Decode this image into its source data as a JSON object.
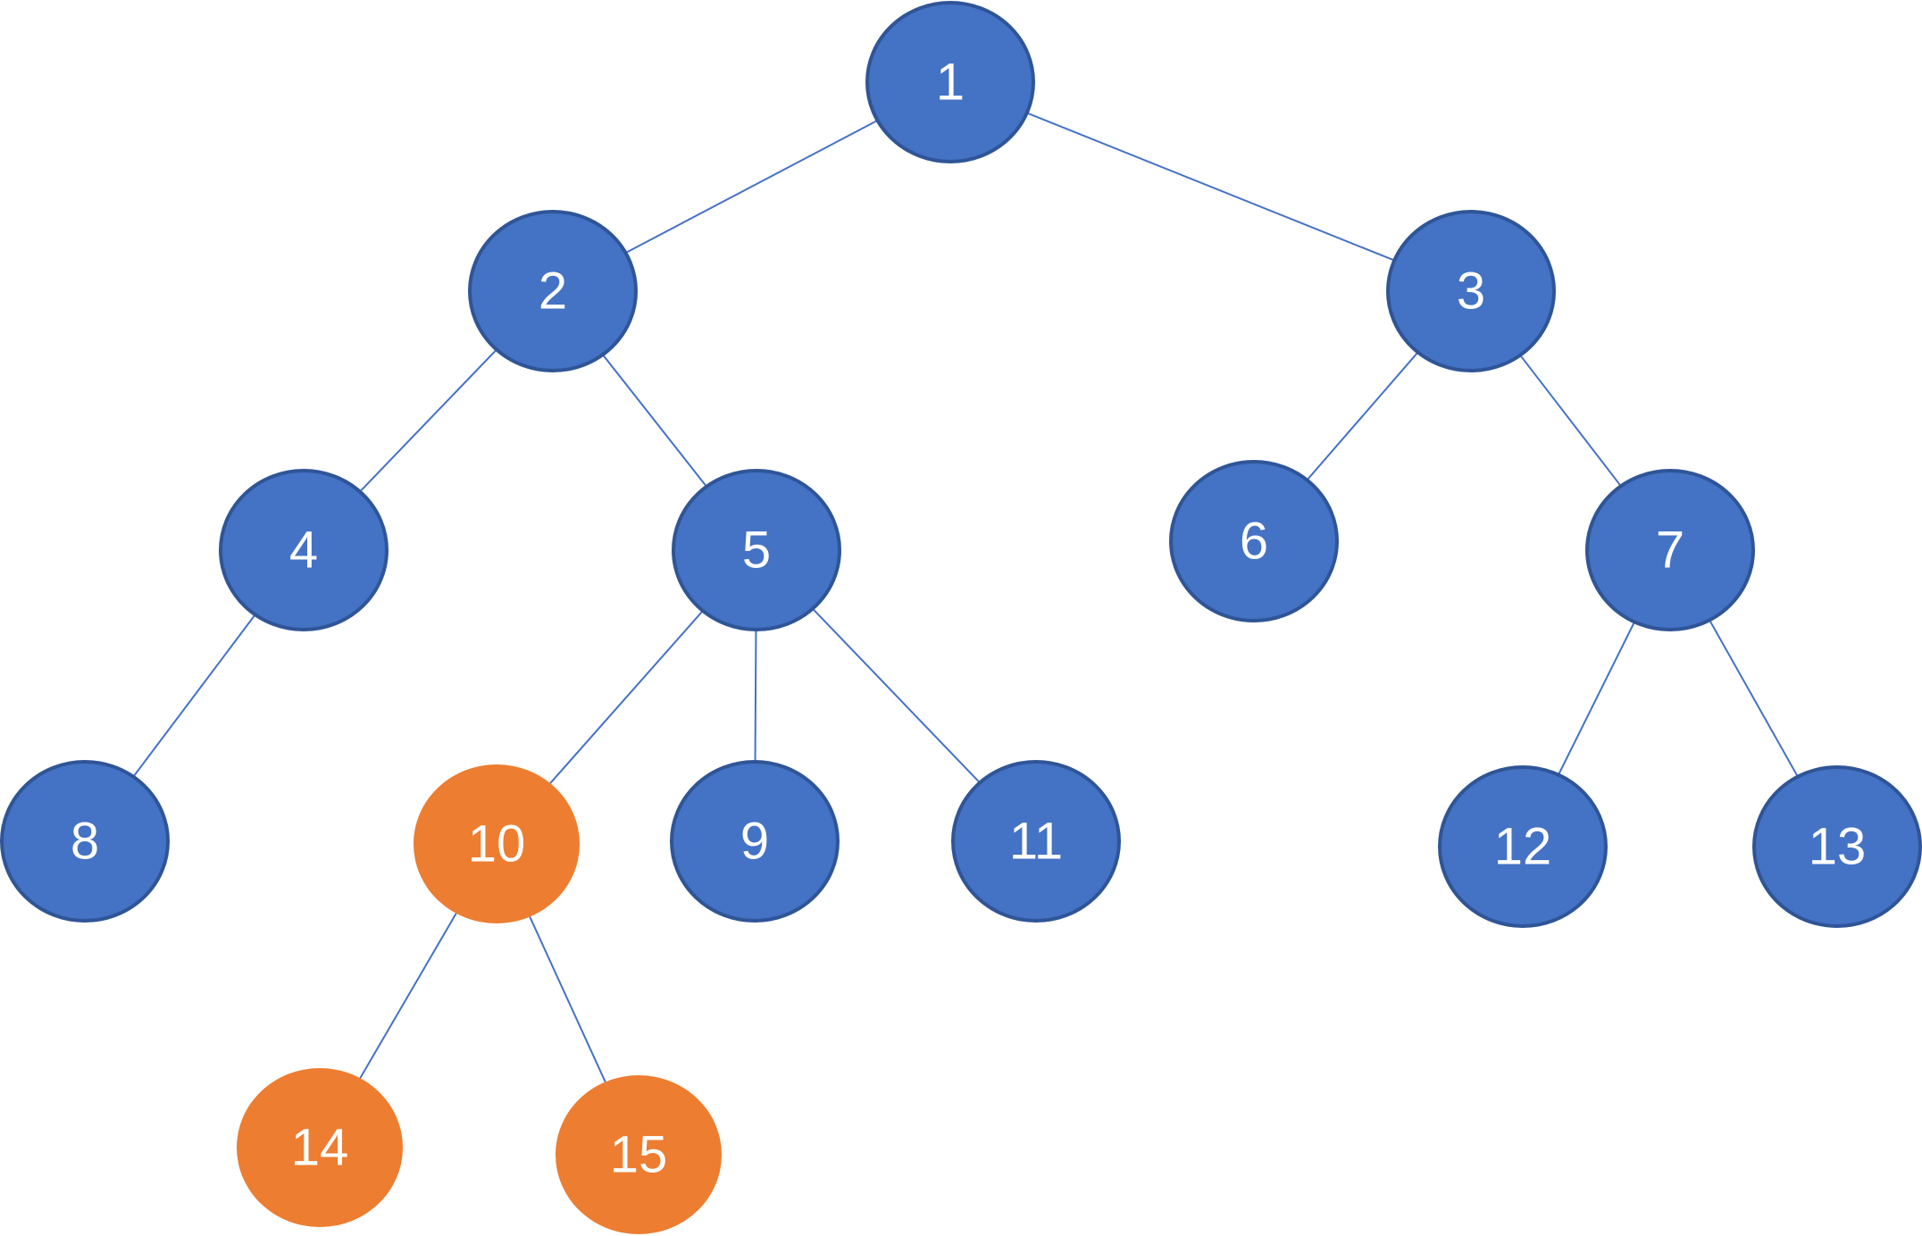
{
  "colors": {
    "node_blue": "#4472C4",
    "node_blue_border": "#2F5597",
    "node_orange": "#ED7D31",
    "edge": "#4472C4",
    "label": "#FFFFFF"
  },
  "nodes": [
    {
      "id": "1",
      "label": "1",
      "highlighted": false
    },
    {
      "id": "2",
      "label": "2",
      "highlighted": false
    },
    {
      "id": "3",
      "label": "3",
      "highlighted": false
    },
    {
      "id": "4",
      "label": "4",
      "highlighted": false
    },
    {
      "id": "5",
      "label": "5",
      "highlighted": false
    },
    {
      "id": "6",
      "label": "6",
      "highlighted": false
    },
    {
      "id": "7",
      "label": "7",
      "highlighted": false
    },
    {
      "id": "8",
      "label": "8",
      "highlighted": false
    },
    {
      "id": "10",
      "label": "10",
      "highlighted": true
    },
    {
      "id": "9",
      "label": "9",
      "highlighted": false
    },
    {
      "id": "11",
      "label": "11",
      "highlighted": false
    },
    {
      "id": "12",
      "label": "12",
      "highlighted": false
    },
    {
      "id": "13",
      "label": "13",
      "highlighted": false
    },
    {
      "id": "14",
      "label": "14",
      "highlighted": true
    },
    {
      "id": "15",
      "label": "15",
      "highlighted": true
    }
  ],
  "edges": [
    {
      "from": "1",
      "to": "2"
    },
    {
      "from": "1",
      "to": "3"
    },
    {
      "from": "2",
      "to": "4"
    },
    {
      "from": "2",
      "to": "5"
    },
    {
      "from": "3",
      "to": "6"
    },
    {
      "from": "3",
      "to": "7"
    },
    {
      "from": "4",
      "to": "8"
    },
    {
      "from": "5",
      "to": "10"
    },
    {
      "from": "5",
      "to": "9"
    },
    {
      "from": "5",
      "to": "11"
    },
    {
      "from": "7",
      "to": "12"
    },
    {
      "from": "7",
      "to": "13"
    },
    {
      "from": "10",
      "to": "14"
    },
    {
      "from": "10",
      "to": "15"
    }
  ]
}
